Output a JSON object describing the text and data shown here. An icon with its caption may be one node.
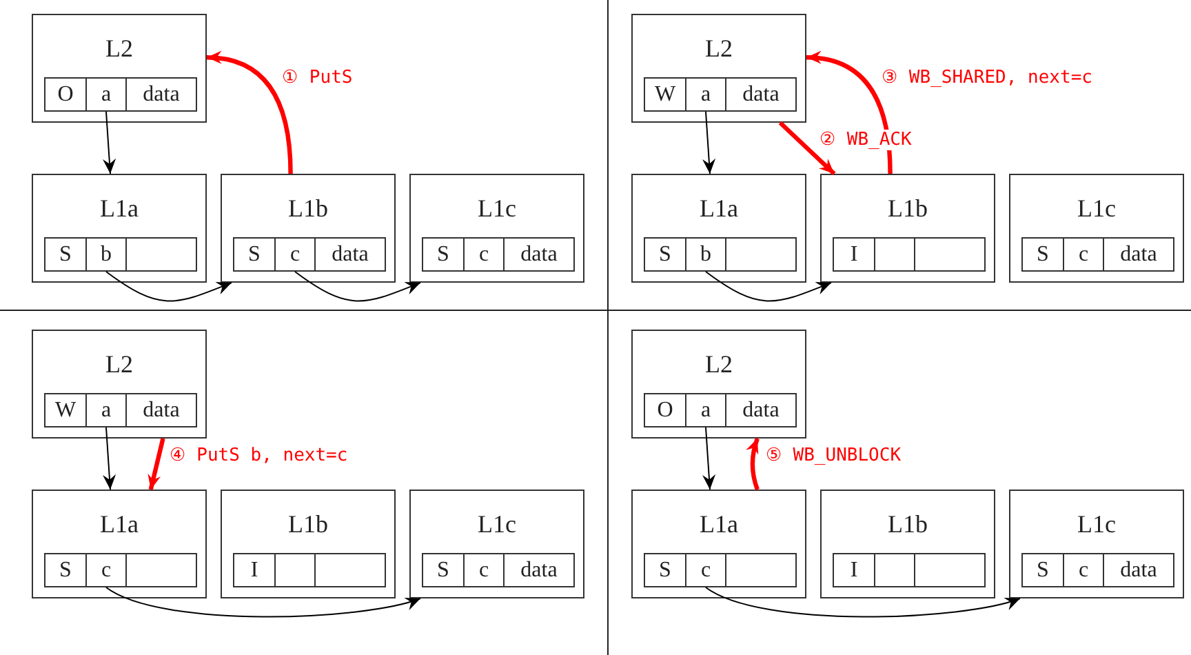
{
  "diagram": {
    "nodes": [
      {
        "text": [
          "L2"
        ]
      },
      {
        "text": [
          "O"
        ],
        "in": 0
      },
      {
        "text": [
          "a"
        ],
        "in": 0
      },
      {
        "text": [
          "data"
        ],
        "in": 0
      },
      {
        "text": [
          "L1a"
        ]
      },
      {
        "text": [
          "S"
        ],
        "in": 4
      },
      {
        "text": [
          "b"
        ],
        "in": 4
      },
      {
        "text": [],
        "shape": "box",
        "in": 4
      },
      {
        "text": [
          "L1b"
        ]
      },
      {
        "text": [
          "S"
        ],
        "in": 8
      },
      {
        "text": [
          "c"
        ],
        "in": 8
      },
      {
        "text": [
          "data"
        ],
        "in": 8
      },
      {
        "text": [
          "L1c"
        ]
      },
      {
        "text": [
          "S"
        ],
        "in": 12
      },
      {
        "text": [
          "c"
        ],
        "in": 12
      },
      {
        "text": [
          "data"
        ],
        "in": 12
      },
      {
        "text": [
          "L2"
        ]
      },
      {
        "text": [
          "W"
        ],
        "in": 16
      },
      {
        "text": [
          "a"
        ],
        "in": 16
      },
      {
        "text": [
          "data"
        ],
        "in": 16
      },
      {
        "text": [
          "L1a"
        ]
      },
      {
        "text": [
          "S"
        ],
        "in": 20
      },
      {
        "text": [
          "b"
        ],
        "in": 20
      },
      {
        "text": [],
        "shape": "box",
        "in": 20
      },
      {
        "text": [
          "L1b"
        ]
      },
      {
        "text": [
          "I"
        ],
        "in": 24
      },
      {
        "text": [],
        "shape": "box",
        "in": 24
      },
      {
        "text": [],
        "shape": "box",
        "in": 24
      },
      {
        "text": [
          "L1c"
        ]
      },
      {
        "text": [
          "S"
        ],
        "in": 28
      },
      {
        "text": [
          "c"
        ],
        "in": 28
      },
      {
        "text": [
          "data"
        ],
        "in": 28
      },
      {
        "text": [
          "L2"
        ]
      },
      {
        "text": [
          "W"
        ],
        "in": 32
      },
      {
        "text": [
          "a"
        ],
        "in": 32
      },
      {
        "text": [
          "data"
        ],
        "in": 32
      },
      {
        "text": [
          "L1a"
        ]
      },
      {
        "text": [
          "S"
        ],
        "in": 36
      },
      {
        "text": [
          "c"
        ],
        "in": 36
      },
      {
        "text": [],
        "shape": "box",
        "in": 36
      },
      {
        "text": [
          "L1b"
        ]
      },
      {
        "text": [
          "I"
        ],
        "in": 40
      },
      {
        "text": [],
        "shape": "box",
        "in": 40
      },
      {
        "text": [],
        "shape": "box",
        "in": 40
      },
      {
        "text": [
          "L1c"
        ]
      },
      {
        "text": [
          "S"
        ],
        "in": 44
      },
      {
        "text": [
          "c"
        ],
        "in": 44
      },
      {
        "text": [
          "data"
        ],
        "in": 44
      },
      {
        "text": [
          "L2"
        ]
      },
      {
        "text": [
          "O"
        ],
        "in": 48
      },
      {
        "text": [
          "a"
        ],
        "in": 48
      },
      {
        "text": [
          "data"
        ],
        "in": 48
      },
      {
        "text": [
          "L1a"
        ]
      },
      {
        "text": [
          "S"
        ],
        "in": 52
      },
      {
        "text": [
          "c"
        ],
        "in": 52
      },
      {
        "text": [],
        "shape": "box",
        "in": 52
      },
      {
        "text": [
          "L1b"
        ]
      },
      {
        "text": [
          "I"
        ],
        "in": 56
      },
      {
        "text": [],
        "shape": "box",
        "in": 56
      },
      {
        "text": [],
        "shape": "box",
        "in": 56
      },
      {
        "text": [
          "L1c"
        ]
      },
      {
        "text": [
          "S"
        ],
        "in": 60
      },
      {
        "text": [
          "c"
        ],
        "in": 60
      },
      {
        "text": [
          "data"
        ],
        "in": 60
      }
    ],
    "edges": [
      {
        "from": 2,
        "to": 4,
        "arrow": "to"
      },
      {
        "from": 6,
        "to": 8,
        "arrow": "to"
      },
      {
        "from": 10,
        "to": 12,
        "arrow": "to"
      },
      {
        "from": 8,
        "to": 0,
        "arrow": "to",
        "label": "① PutS",
        "style": "thick",
        "color": "#ff0000"
      },
      {
        "from": 18,
        "to": 20,
        "arrow": "to"
      },
      {
        "from": 22,
        "to": 24,
        "arrow": "to"
      },
      {
        "from": 16,
        "to": 24,
        "arrow": "to",
        "label": "② WB_ACK",
        "style": "thick",
        "color": "#ff0000"
      },
      {
        "from": 24,
        "to": 16,
        "arrow": "to",
        "label": "③ WB_SHARED, next=c",
        "style": "thick",
        "color": "#ff0000"
      },
      {
        "from": 34,
        "to": 36,
        "arrow": "to"
      },
      {
        "from": 38,
        "to": 44,
        "arrow": "to"
      },
      {
        "from": 32,
        "to": 36,
        "arrow": "to",
        "label": "④ PutS b, next=c",
        "style": "thick",
        "color": "#ff0000"
      },
      {
        "from": 50,
        "to": 52,
        "arrow": "to"
      },
      {
        "from": 54,
        "to": 60,
        "arrow": "to"
      },
      {
        "from": 52,
        "to": 48,
        "arrow": "to",
        "label": "⑤ WB_UNBLOCK",
        "style": "thick",
        "color": "#ff0000"
      }
    ]
  }
}
